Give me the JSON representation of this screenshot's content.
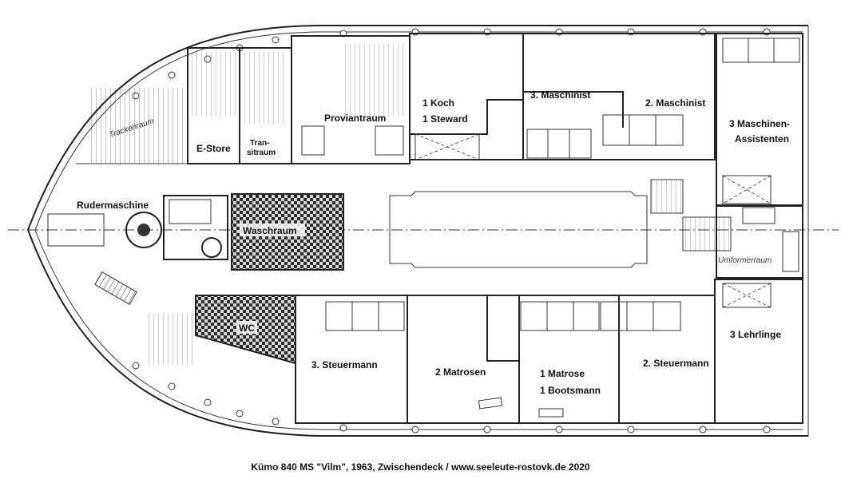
{
  "caption": "Kümo 840 MS \"Vilm\", 1963, Zwischendeck / www.seeleute-rostovk.de 2020",
  "rooms": {
    "trackenraum": "Trackenraum",
    "e_store": "E-Store",
    "transitraum_1": "Tran-",
    "transitraum_2": "sitraum",
    "proviantraum": "Proviantraum",
    "koch_1": "1 Koch",
    "koch_2": "1 Steward",
    "maschinist_3": "3. Maschinist",
    "maschinist_2": "2. Maschinist",
    "assistenten_1": "3 Maschinen-",
    "assistenten_2": "Assistenten",
    "rudermaschine": "Rudermaschine",
    "waschraum": "Waschraum",
    "umformerraum": "Umformerraum",
    "wc": "WC",
    "steuermann_3": "3. Steuermann",
    "matrosen_2": "2 Matrosen",
    "matrose_1a": "1 Matrose",
    "matrose_1b": "1 Bootsmann",
    "steuermann_2": "2. Steuermann",
    "lehrlinge": "3 Lehrlinge"
  },
  "colors": {
    "line": "#222222",
    "hatch": "#444444",
    "background": "#ffffff"
  }
}
